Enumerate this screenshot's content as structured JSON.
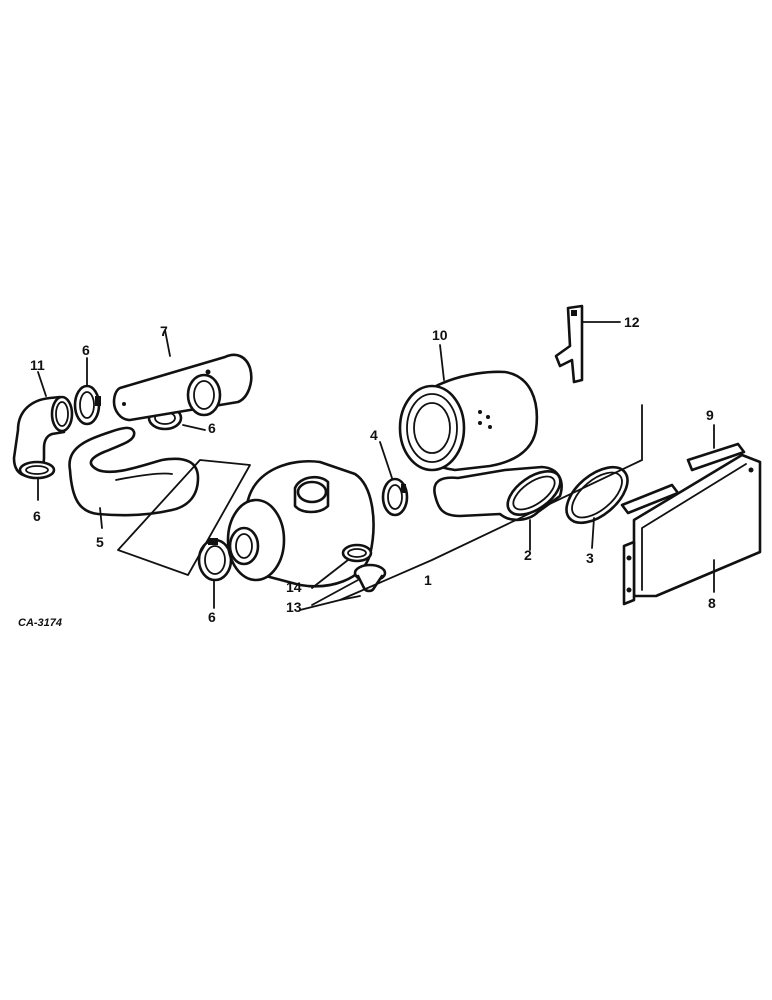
{
  "drawing_code": "CA-3174",
  "callouts": [
    "1",
    "2",
    "3",
    "4",
    "5",
    "6",
    "6",
    "6",
    "6",
    "7",
    "8",
    "9",
    "10",
    "11",
    "12",
    "13",
    "14"
  ]
}
